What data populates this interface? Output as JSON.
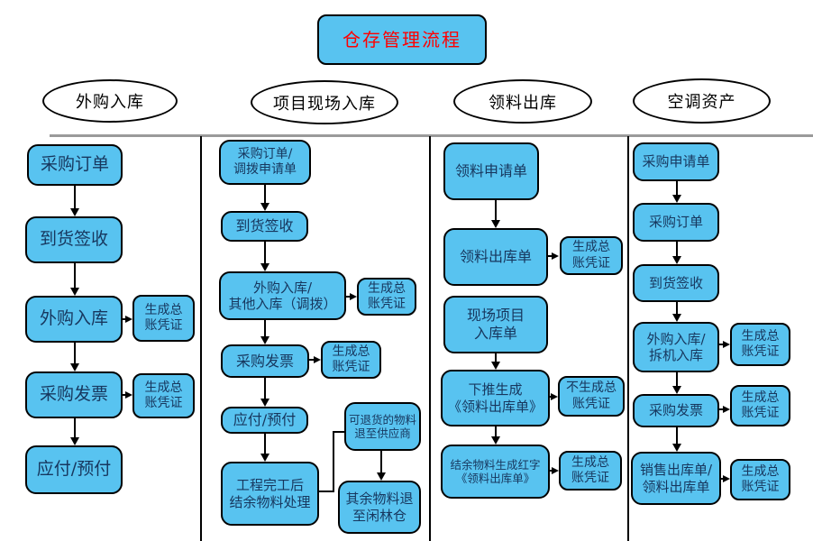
{
  "title": "仓存管理流程",
  "colors": {
    "node_fill": "#58C3F0",
    "node_border": "#000000",
    "node_text": "#17375E",
    "title_text": "#FF0000",
    "lane_divider": "#9A9A9A"
  },
  "lanes": [
    {
      "label": "外购入库"
    },
    {
      "label": "项目现场入库"
    },
    {
      "label": "领料出库"
    },
    {
      "label": "空调资产"
    }
  ],
  "ledger_label": "生成总\n账凭证",
  "no_ledger_label": "不生成总\n账凭证",
  "col1": {
    "n1": "采购订单",
    "n2": "到货签收",
    "n3": "外购入库",
    "n4": "采购发票",
    "n5": "应付/预付"
  },
  "col2": {
    "n1": "采购订单/\n调拨申请单",
    "n2": "到货签收",
    "n3": "外购入库/\n其他入库（调拨）",
    "n4": "采购发票",
    "n5": "应付/预付",
    "n6": "工程完工后\n结余物料处理",
    "n7": "可退货的物料\n退至供应商",
    "n8": "其余物料退\n至闲林仓"
  },
  "col3": {
    "n1": "领料申请单",
    "n2": "领料出库单",
    "n3": "现场项目\n入库单",
    "n4": "下推生成\n《领料出库单》",
    "n5": "结余物料生成红字\n《领料出库单》"
  },
  "col4": {
    "n1": "采购申请单",
    "n2": "采购订单",
    "n3": "到货签收",
    "n4": "外购入库/\n拆机入库",
    "n5": "采购发票",
    "n6": "销售出库单/\n领料出库单"
  }
}
